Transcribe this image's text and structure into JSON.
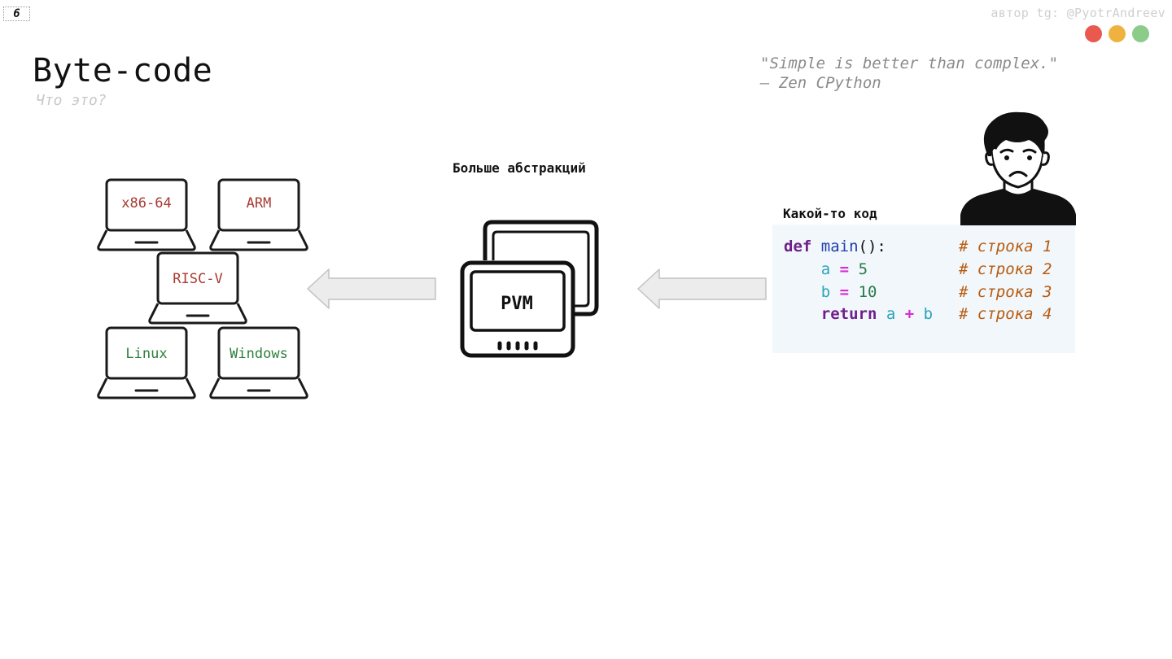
{
  "slide": {
    "number": "6",
    "author": "автор tg: @PyotrAndreev"
  },
  "window_controls": {
    "colors": [
      "#e9594f",
      "#f0b23e",
      "#8ccc8b"
    ]
  },
  "header": {
    "title": "Byte-code",
    "subtitle": "Что это?"
  },
  "quote": {
    "line1": "\"Simple is better than complex.\"",
    "line2": "— Zen CPython"
  },
  "diagram": {
    "abstraction_label": "Больше абстракций",
    "vm_label": "PVM",
    "platforms": [
      {
        "label": "x86-64",
        "color": "#a83a33"
      },
      {
        "label": "ARM",
        "color": "#a83a33"
      },
      {
        "label": "RISC-V",
        "color": "#a83a33"
      },
      {
        "label": "Linux",
        "color": "#2e7f3c"
      },
      {
        "label": "Windows",
        "color": "#2e7f3c"
      }
    ]
  },
  "code": {
    "caption": "Какой-то код",
    "lines": [
      {
        "tokens": [
          "def",
          " ",
          "main",
          "():"
        ],
        "comment": "# строка 1"
      },
      {
        "tokens": [
          "    ",
          "a",
          " ",
          "=",
          " ",
          "5"
        ],
        "comment": "# строка 2"
      },
      {
        "tokens": [
          "    ",
          "b",
          " ",
          "=",
          " ",
          "10"
        ],
        "comment": "# строка 3"
      },
      {
        "tokens": [
          "    ",
          "return",
          " ",
          "a",
          " ",
          "+",
          " ",
          "b"
        ],
        "comment": "# строка 4"
      }
    ]
  },
  "avatar": {
    "icon": "sad-person-icon"
  }
}
